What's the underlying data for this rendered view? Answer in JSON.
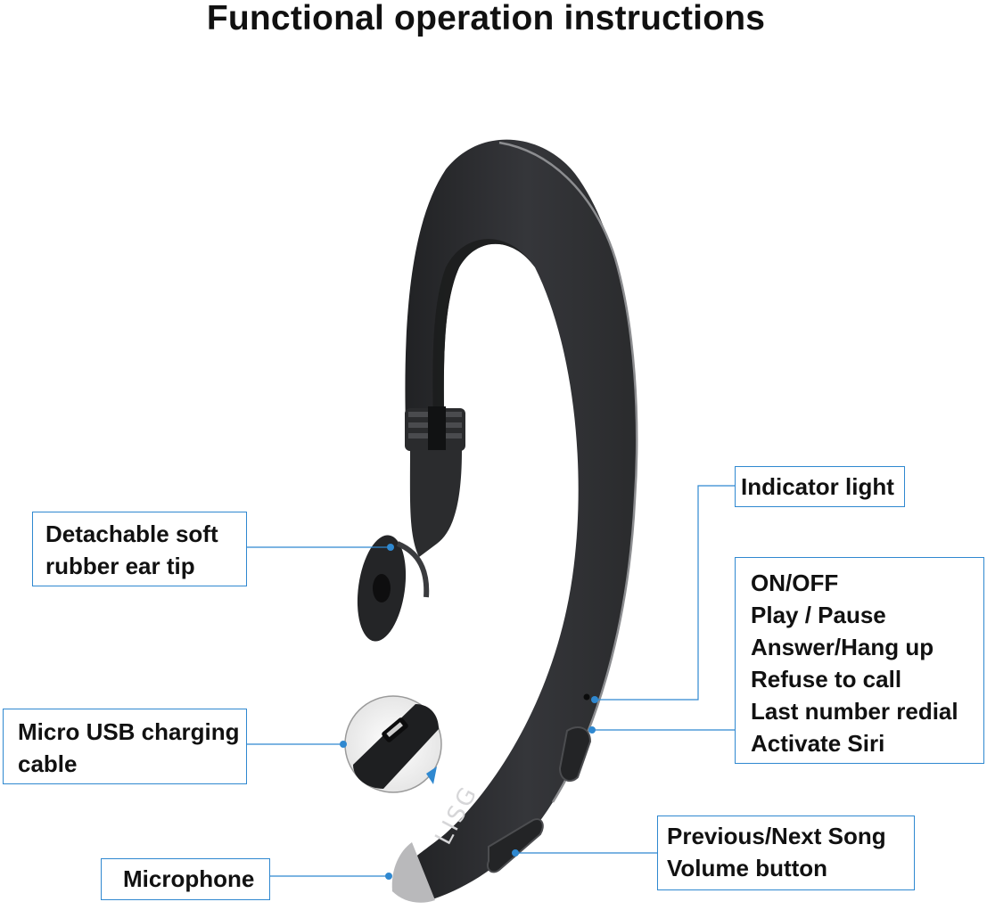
{
  "title": "Functional operation instructions",
  "labels": {
    "ear_tip": [
      "Detachable soft",
      "rubber ear tip"
    ],
    "usb": [
      "Micro USB charging",
      "cable"
    ],
    "microphone": "Microphone",
    "indicator": "Indicator light",
    "main_button": [
      "ON/OFF",
      "Play / Pause",
      "Answer/Hang up",
      "Refuse to call",
      "Last number redial",
      "Activate Siri"
    ],
    "volume": [
      "Previous/Next Song",
      "Volume button"
    ]
  },
  "brand_mark": "LISG",
  "colors": {
    "accent": "#2f88d0",
    "device_body": "#2b2c2e",
    "device_edge": "#8c8d90",
    "tip_silver": "#b9b9bb"
  }
}
